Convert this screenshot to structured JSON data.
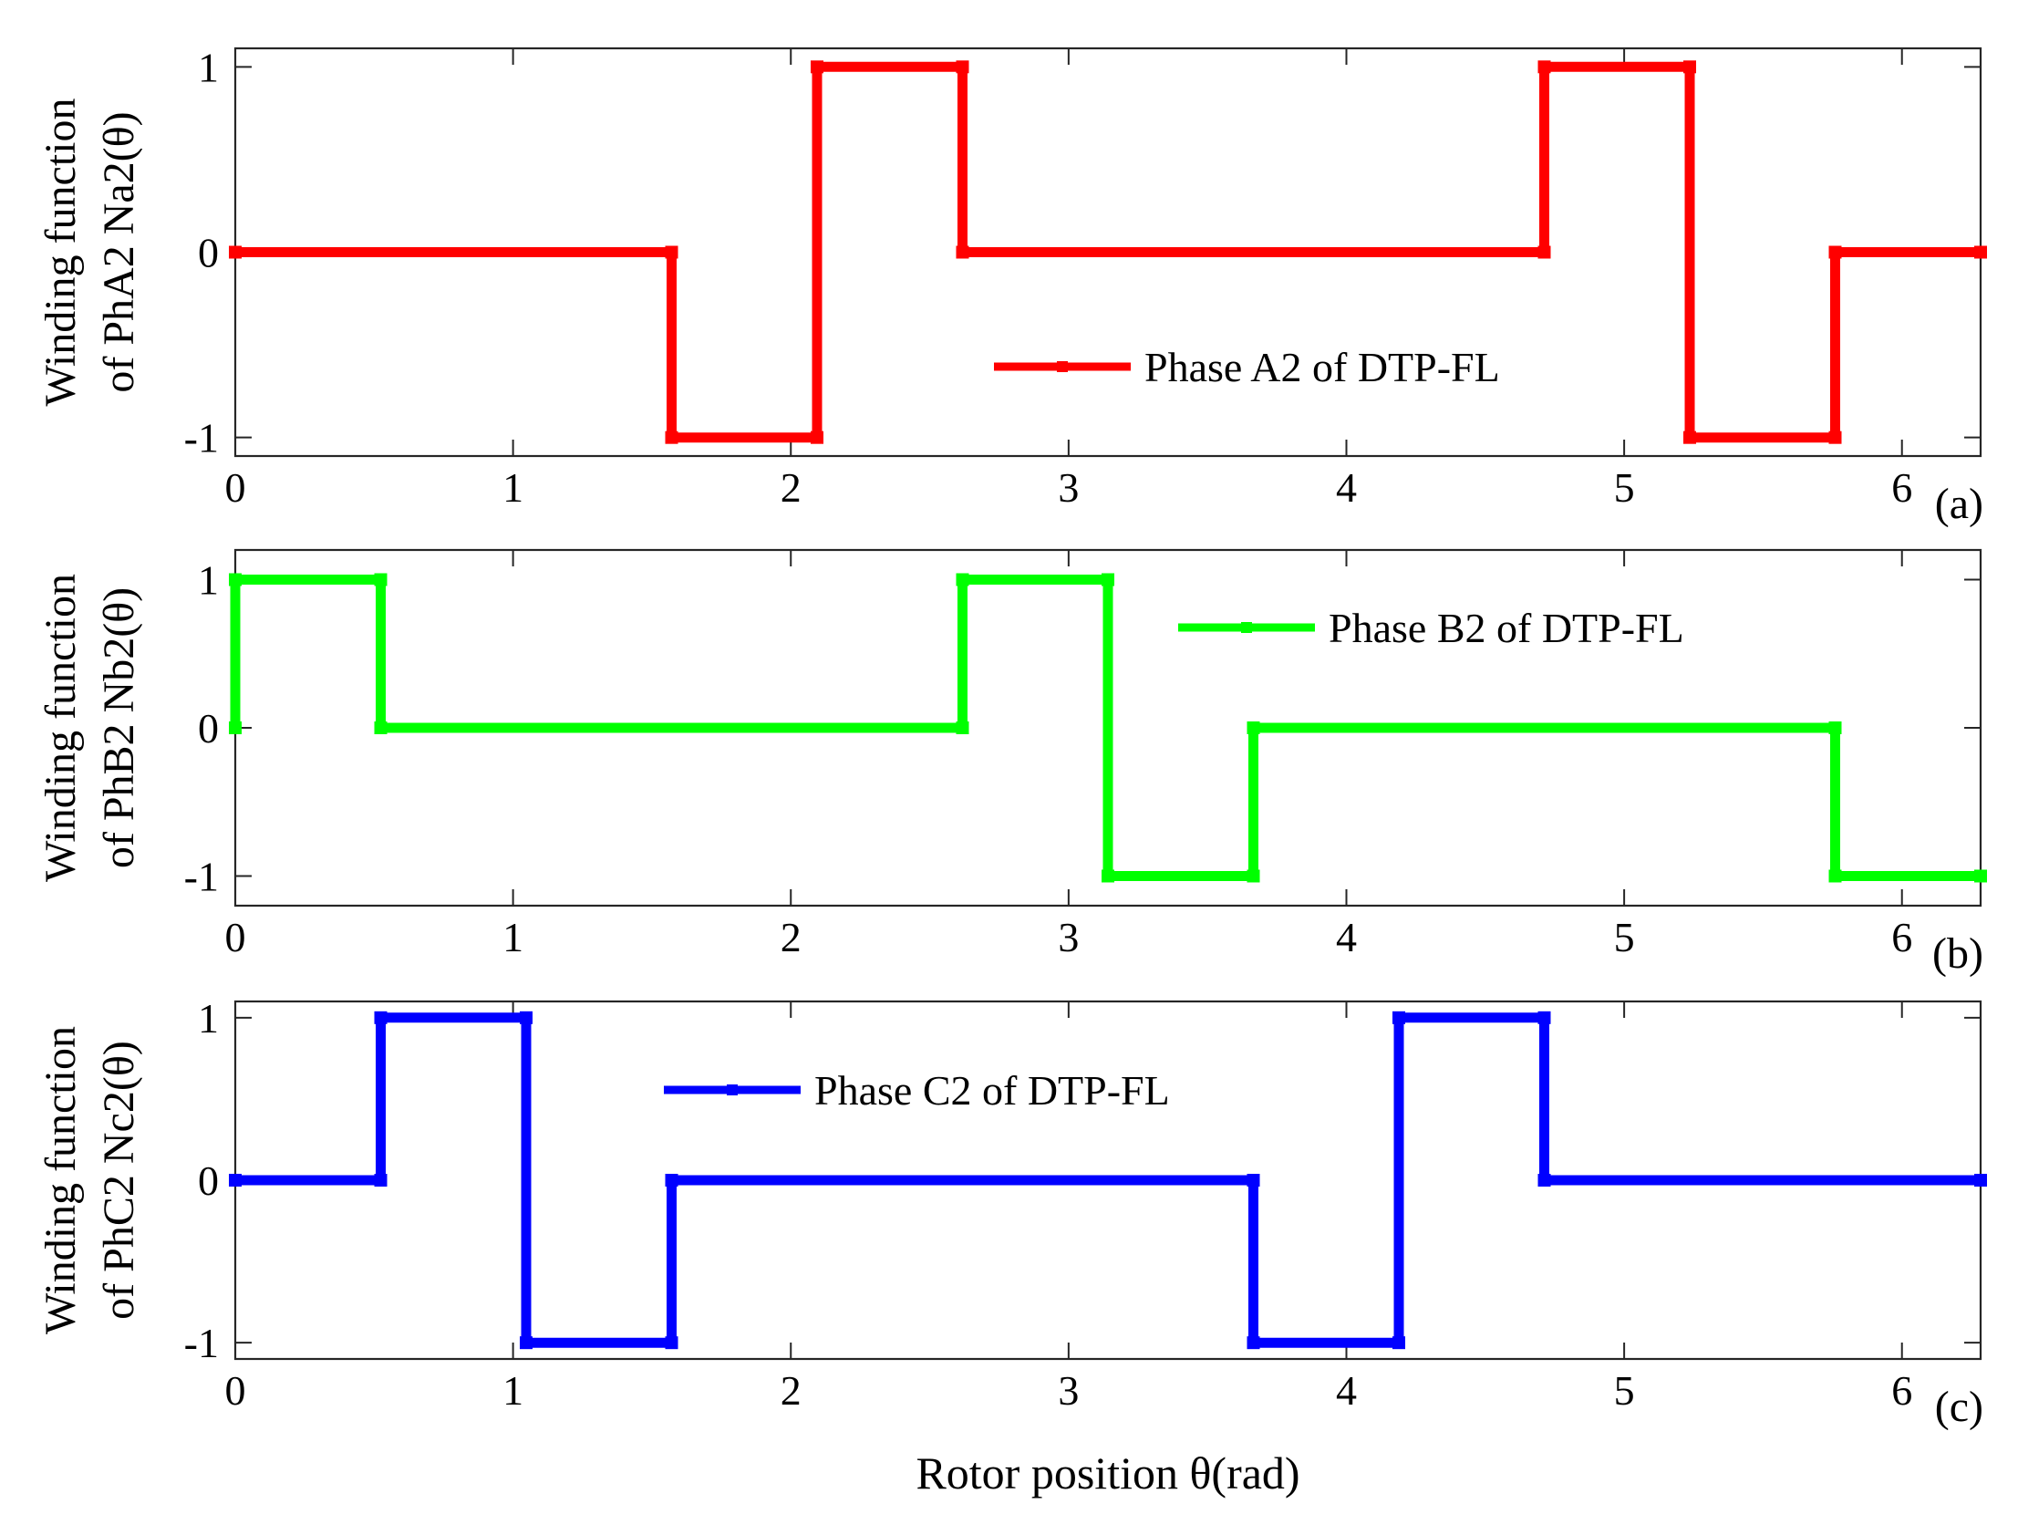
{
  "figure": {
    "xlabel": "Rotor position θ(rad)"
  },
  "chart_data": [
    {
      "type": "line",
      "panel_tag": "(a)",
      "ylabel_line1": "Winding function",
      "ylabel_line2": "of PhA2 Na2(θ)",
      "legend": "Phase A2 of DTP-FL",
      "legend_position": "center-right",
      "color": "#ff0000",
      "xlim": [
        0,
        6.2832
      ],
      "ylim": [
        -1.1,
        1.1
      ],
      "xticks": [
        "0",
        "1",
        "2",
        "3",
        "4",
        "5",
        "6"
      ],
      "yticks": [
        "-1",
        "0",
        "1"
      ],
      "grid": false,
      "series": [
        {
          "name": "Phase A2 of DTP-FL",
          "x": [
            0,
            1.5708,
            1.5708,
            2.0944,
            2.0944,
            2.618,
            2.618,
            4.7124,
            4.7124,
            5.236,
            5.236,
            5.7596,
            5.7596,
            6.2832
          ],
          "y": [
            0,
            0,
            -1,
            -1,
            1,
            1,
            0,
            0,
            1,
            1,
            -1,
            -1,
            0,
            0
          ]
        }
      ]
    },
    {
      "type": "line",
      "panel_tag": "(b)",
      "ylabel_line1": "Winding function",
      "ylabel_line2": "of PhB2 Nb2(θ)",
      "legend": "Phase B2 of DTP-FL",
      "legend_position": "top-right",
      "color": "#00ff00",
      "xlim": [
        0,
        6.2832
      ],
      "ylim": [
        -1.2,
        1.2
      ],
      "xticks": [
        "0",
        "1",
        "2",
        "3",
        "4",
        "5",
        "6"
      ],
      "yticks": [
        "-1",
        "0",
        "1"
      ],
      "grid": false,
      "series": [
        {
          "name": "Phase B2 of DTP-FL",
          "x": [
            0,
            0,
            0.5236,
            0.5236,
            2.618,
            2.618,
            3.1416,
            3.1416,
            3.6652,
            3.6652,
            5.7596,
            5.7596,
            6.2832
          ],
          "y": [
            0,
            1,
            1,
            0,
            0,
            1,
            1,
            -1,
            -1,
            0,
            0,
            -1,
            -1
          ]
        }
      ]
    },
    {
      "type": "line",
      "panel_tag": "(c)",
      "ylabel_line1": "Winding function",
      "ylabel_line2": "of PhC2 Nc2(θ)",
      "legend": "Phase C2 of DTP-FL",
      "legend_position": "top-center",
      "color": "#0000ff",
      "xlim": [
        0,
        6.2832
      ],
      "ylim": [
        -1.1,
        1.1
      ],
      "xticks": [
        "0",
        "1",
        "2",
        "3",
        "4",
        "5",
        "6"
      ],
      "yticks": [
        "-1",
        "0",
        "1"
      ],
      "grid": false,
      "series": [
        {
          "name": "Phase C2 of DTP-FL",
          "x": [
            0,
            0.5236,
            0.5236,
            1.0472,
            1.0472,
            1.5708,
            1.5708,
            3.6652,
            3.6652,
            4.1888,
            4.1888,
            4.7124,
            4.7124,
            6.2832
          ],
          "y": [
            0,
            0,
            1,
            1,
            -1,
            -1,
            0,
            0,
            -1,
            -1,
            1,
            1,
            0,
            0
          ]
        }
      ]
    }
  ]
}
